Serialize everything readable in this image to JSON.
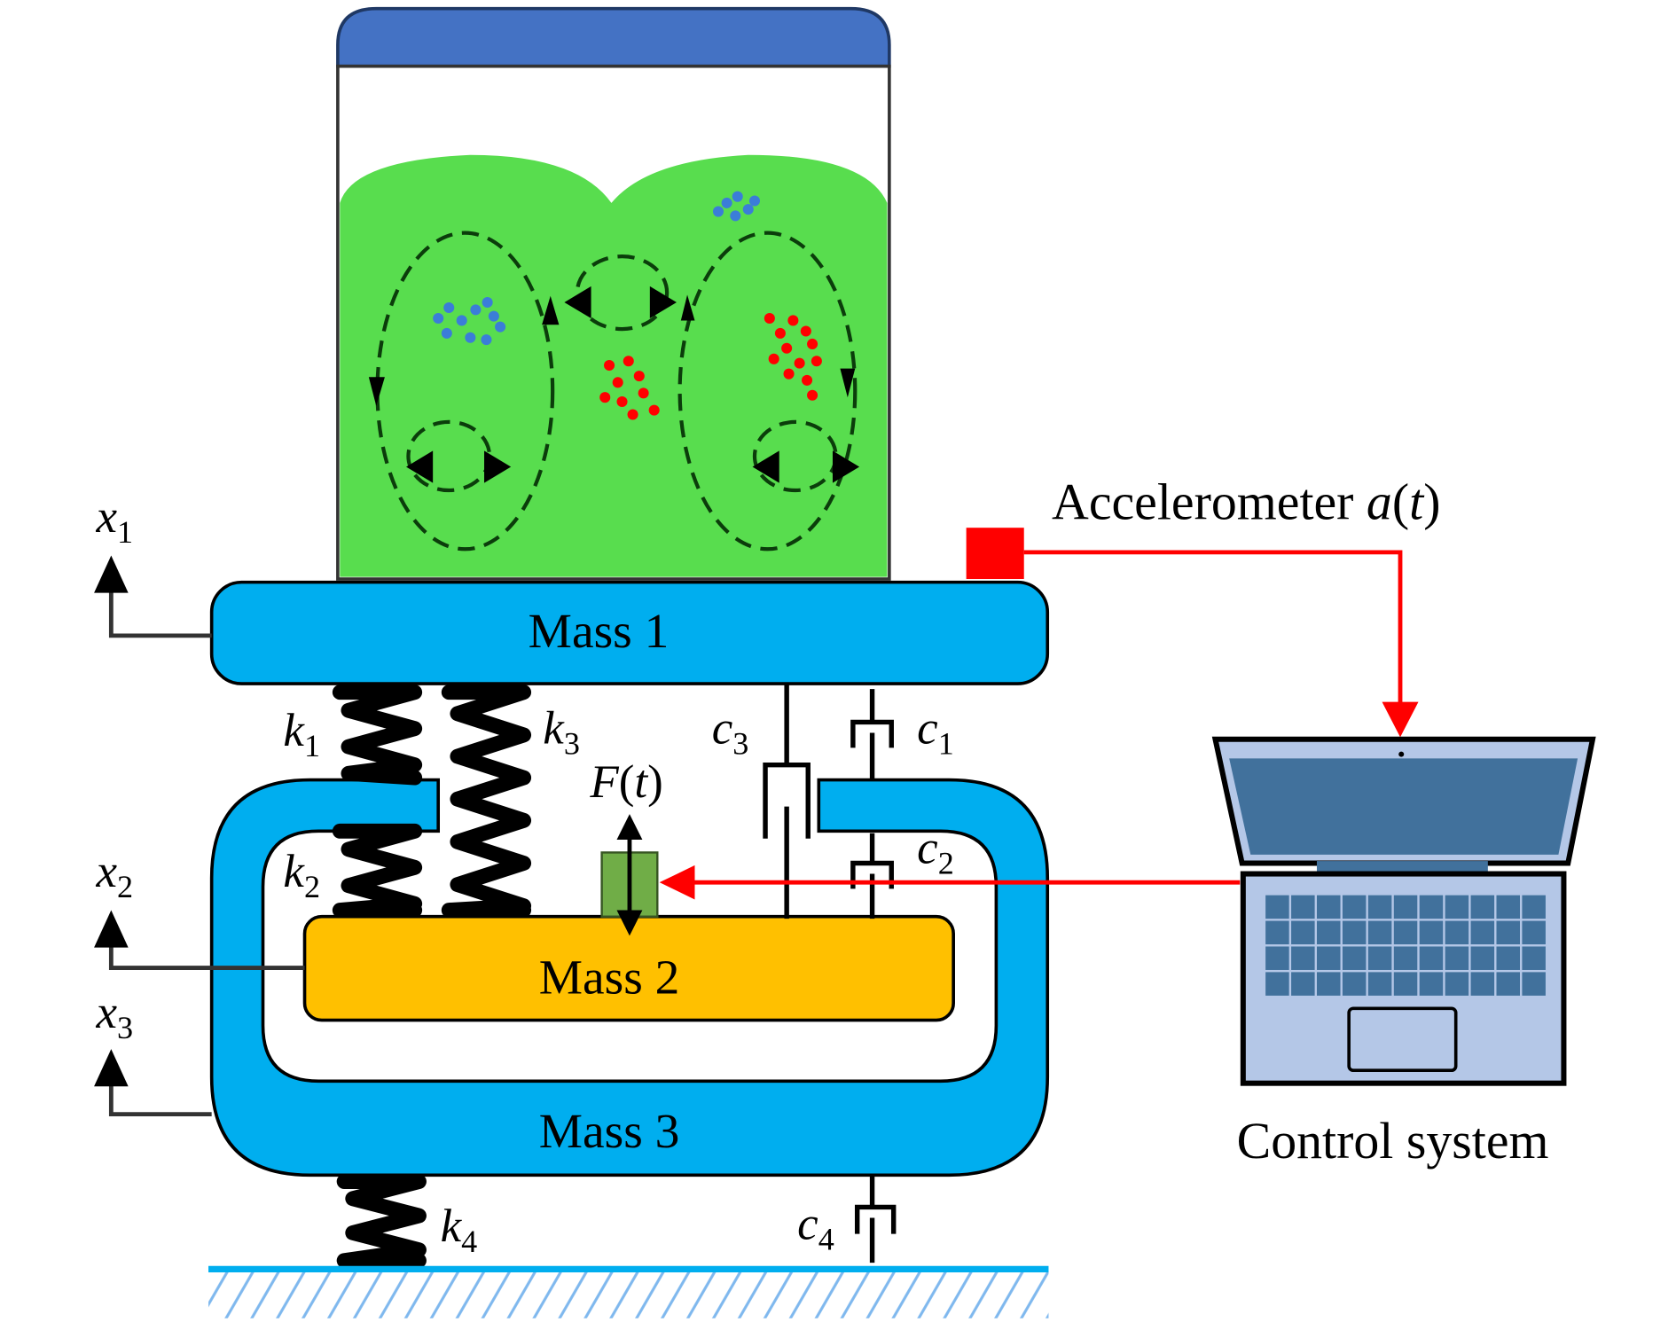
{
  "diagram": {
    "masses": [
      {
        "id": "mass1",
        "label": "Mass 1"
      },
      {
        "id": "mass2",
        "label": "Mass 2"
      },
      {
        "id": "mass3",
        "label": "Mass 3"
      }
    ],
    "displacements": [
      {
        "symbol": "x",
        "sub": "1"
      },
      {
        "symbol": "x",
        "sub": "2"
      },
      {
        "symbol": "x",
        "sub": "3"
      }
    ],
    "springs": [
      {
        "symbol": "k",
        "sub": "1"
      },
      {
        "symbol": "k",
        "sub": "2"
      },
      {
        "symbol": "k",
        "sub": "3"
      },
      {
        "symbol": "k",
        "sub": "4"
      }
    ],
    "dampers": [
      {
        "symbol": "c",
        "sub": "1"
      },
      {
        "symbol": "c",
        "sub": "2"
      },
      {
        "symbol": "c",
        "sub": "3"
      },
      {
        "symbol": "c",
        "sub": "4"
      }
    ],
    "force": {
      "symbol": "F",
      "arg": "t",
      "open": "(",
      "close": ")"
    },
    "accelerometer": {
      "label": "Accelerometer",
      "symbol": "a",
      "arg": "t",
      "open": "(",
      "close": ")"
    },
    "controller": {
      "label": "Control system"
    },
    "colors": {
      "mass_blue": "#00AEEF",
      "mass_orange": "#FFC000",
      "liquid_green": "#58DD4E",
      "lid_blue": "#4472C4",
      "signal_red": "#FF0000",
      "actuator_green": "#70AD47",
      "laptop_light": "#B4C7E7",
      "laptop_dark": "#41719C",
      "particle_blue": "#3B7DD8",
      "particle_red": "#FF0000"
    }
  }
}
